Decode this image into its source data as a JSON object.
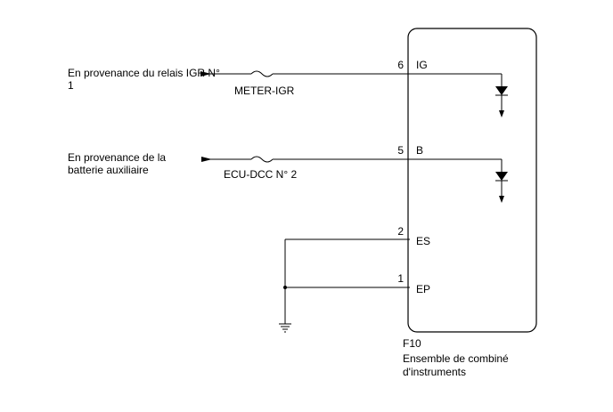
{
  "sources": {
    "igr_line1": "En provenance du relais IGR N°",
    "igr_line2": "1",
    "batt_line1": "En provenance de la",
    "batt_line2": "batterie auxiliaire"
  },
  "fuses": {
    "meter": "METER-IGR",
    "ecu": "ECU-DCC N° 2"
  },
  "pins": [
    {
      "number": "6",
      "name": "IG"
    },
    {
      "number": "5",
      "name": "B"
    },
    {
      "number": "2",
      "name": "ES"
    },
    {
      "number": "1",
      "name": "EP"
    }
  ],
  "component": {
    "code": "F10",
    "name_line1": "Ensemble de combiné",
    "name_line2": "d'instruments"
  }
}
